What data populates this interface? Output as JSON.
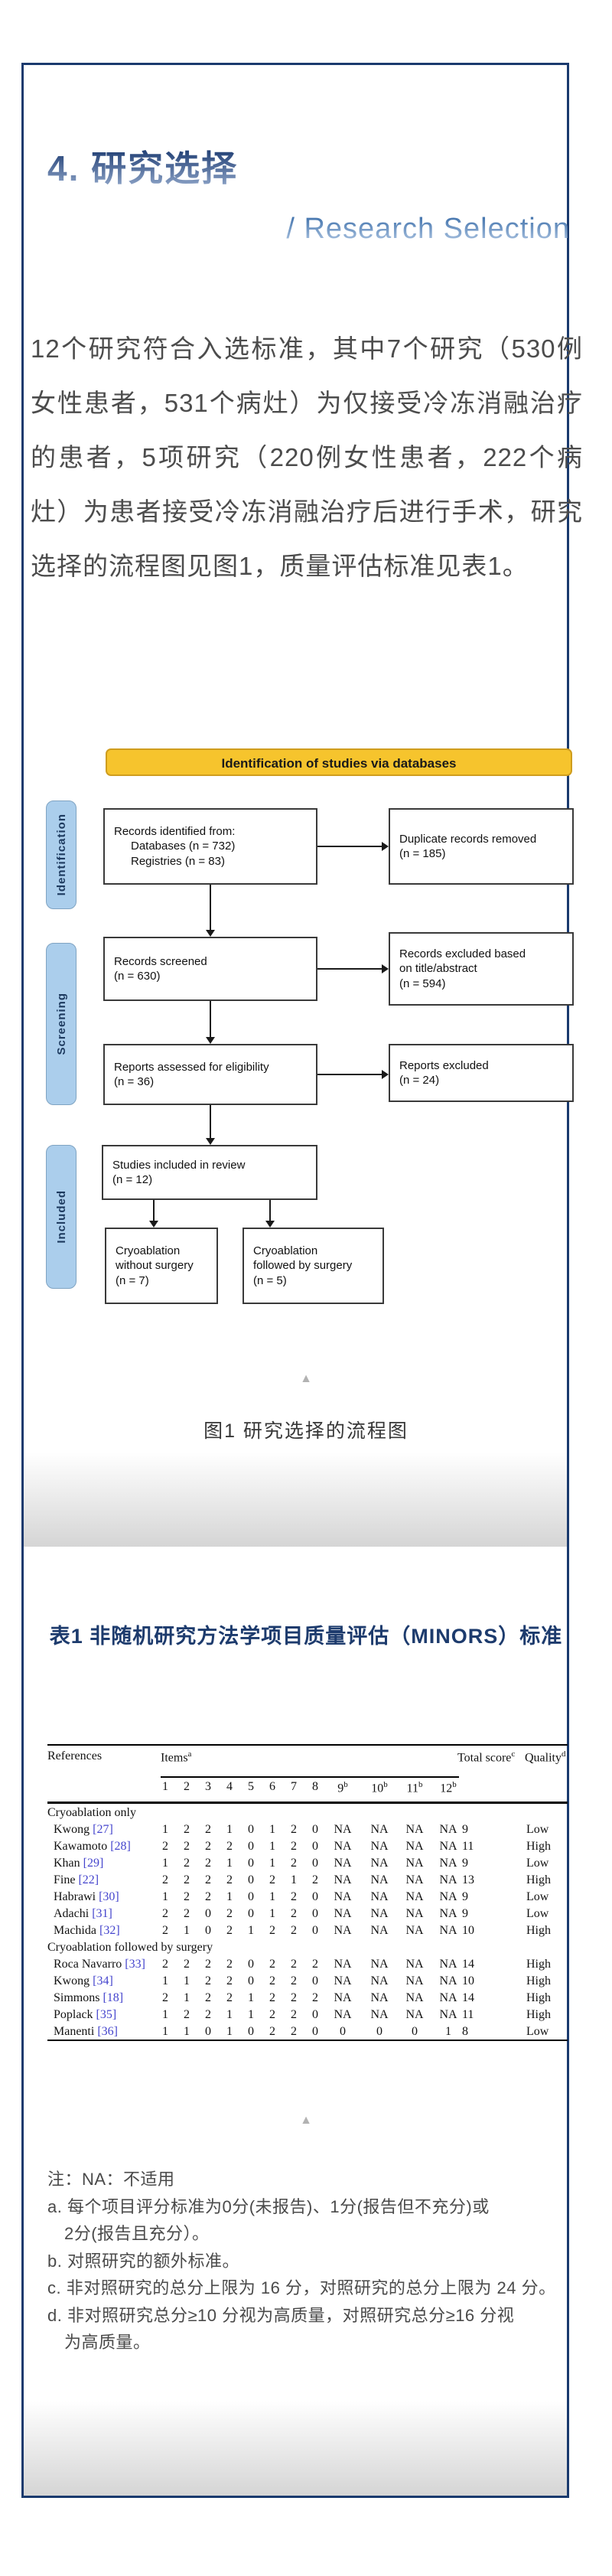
{
  "header": {
    "section_title": "4. 研究选择",
    "section_subtitle": "/ Research Selection"
  },
  "intro": {
    "lines": [
      "12个研究符合入选标准，其中7个研究（530例",
      "女性患者，531个病灶）为仅接受冷冻消融治疗",
      "的患者，5项研究（220例女性患者，222个病",
      "灶）为患者接受冷冻消融治疗后进行手术，研究",
      "选择的流程图见图1，质量评估标准见表1。"
    ]
  },
  "flowchart": {
    "banner": "Identification of studies via databases",
    "stages": [
      "Identification",
      "Screening",
      "Included"
    ],
    "boxes": {
      "records_identified": {
        "lines": [
          "Records identified from:",
          "Databases (n = 732)",
          "Registries (n = 83)"
        ]
      },
      "duplicates_removed": {
        "lines": [
          "Duplicate records removed",
          "(n = 185)"
        ]
      },
      "records_screened": {
        "lines": [
          "Records screened",
          "(n = 630)"
        ]
      },
      "records_excluded": {
        "lines": [
          "Records excluded based",
          "on title/abstract",
          "(n = 594)"
        ]
      },
      "reports_assessed": {
        "lines": [
          "Reports assessed for eligibility",
          "(n = 36)"
        ]
      },
      "reports_excluded": {
        "lines": [
          "Reports excluded",
          "(n = 24)"
        ]
      },
      "studies_included": {
        "lines": [
          "Studies included in review",
          "(n = 12)"
        ]
      },
      "cryo_without_surgery": {
        "lines": [
          "Cryoablation",
          "without surgery",
          "(n = 7)"
        ]
      },
      "cryo_followed_surgery": {
        "lines": [
          "Cryoablation",
          "followed by surgery",
          "(n = 5)"
        ]
      }
    }
  },
  "figure1": {
    "collapse_icon": "▲",
    "caption": "图1 研究选择的流程图"
  },
  "table1": {
    "title": "表1 非随机研究方法学项目质量评估（MINORS）标准",
    "col_references": "References",
    "col_items": "Items",
    "col_items_sup": "a",
    "col_total": "Total score",
    "col_total_sup": "c",
    "col_quality": "Quality",
    "col_quality_sup": "d",
    "item_numbers": [
      {
        "n": "1",
        "sup": ""
      },
      {
        "n": "2",
        "sup": ""
      },
      {
        "n": "3",
        "sup": ""
      },
      {
        "n": "4",
        "sup": ""
      },
      {
        "n": "5",
        "sup": ""
      },
      {
        "n": "6",
        "sup": ""
      },
      {
        "n": "7",
        "sup": ""
      },
      {
        "n": "8",
        "sup": ""
      },
      {
        "n": "9",
        "sup": "b"
      },
      {
        "n": "10",
        "sup": "b"
      },
      {
        "n": "11",
        "sup": "b"
      },
      {
        "n": "12",
        "sup": "b"
      }
    ],
    "groups": [
      {
        "label": "Cryoablation only",
        "rows": [
          {
            "name": "Kwong",
            "ref": "[27]",
            "scores": [
              "1",
              "2",
              "2",
              "1",
              "0",
              "1",
              "2",
              "0",
              "NA",
              "NA",
              "NA",
              "NA"
            ],
            "total": "9",
            "quality": "Low"
          },
          {
            "name": "Kawamoto",
            "ref": "[28]",
            "scores": [
              "2",
              "2",
              "2",
              "2",
              "0",
              "1",
              "2",
              "0",
              "NA",
              "NA",
              "NA",
              "NA"
            ],
            "total": "11",
            "quality": "High"
          },
          {
            "name": "Khan",
            "ref": "[29]",
            "scores": [
              "1",
              "2",
              "2",
              "1",
              "0",
              "1",
              "2",
              "0",
              "NA",
              "NA",
              "NA",
              "NA"
            ],
            "total": "9",
            "quality": "Low"
          },
          {
            "name": "Fine",
            "ref": "[22]",
            "scores": [
              "2",
              "2",
              "2",
              "2",
              "0",
              "2",
              "1",
              "2",
              "NA",
              "NA",
              "NA",
              "NA"
            ],
            "total": "13",
            "quality": "High"
          },
          {
            "name": "Habrawi",
            "ref": "[30]",
            "scores": [
              "1",
              "2",
              "2",
              "1",
              "0",
              "1",
              "2",
              "0",
              "NA",
              "NA",
              "NA",
              "NA"
            ],
            "total": "9",
            "quality": "Low"
          },
          {
            "name": "Adachi",
            "ref": "[31]",
            "scores": [
              "2",
              "2",
              "0",
              "2",
              "0",
              "1",
              "2",
              "0",
              "NA",
              "NA",
              "NA",
              "NA"
            ],
            "total": "9",
            "quality": "Low"
          },
          {
            "name": "Machida",
            "ref": "[32]",
            "scores": [
              "2",
              "1",
              "0",
              "2",
              "1",
              "2",
              "2",
              "0",
              "NA",
              "NA",
              "NA",
              "NA"
            ],
            "total": "10",
            "quality": "High"
          }
        ]
      },
      {
        "label": "Cryoablation followed by surgery",
        "rows": [
          {
            "name": "Roca Navarro",
            "ref": "[33]",
            "scores": [
              "2",
              "2",
              "2",
              "2",
              "0",
              "2",
              "2",
              "2",
              "NA",
              "NA",
              "NA",
              "NA"
            ],
            "total": "14",
            "quality": "High"
          },
          {
            "name": "Kwong",
            "ref": "[34]",
            "scores": [
              "1",
              "1",
              "2",
              "2",
              "0",
              "2",
              "2",
              "0",
              "NA",
              "NA",
              "NA",
              "NA"
            ],
            "total": "10",
            "quality": "High"
          },
          {
            "name": "Simmons",
            "ref": "[18]",
            "scores": [
              "2",
              "1",
              "2",
              "2",
              "1",
              "2",
              "2",
              "2",
              "NA",
              "NA",
              "NA",
              "NA"
            ],
            "total": "14",
            "quality": "High"
          },
          {
            "name": "Poplack",
            "ref": "[35]",
            "scores": [
              "1",
              "2",
              "2",
              "1",
              "1",
              "2",
              "2",
              "0",
              "NA",
              "NA",
              "NA",
              "NA"
            ],
            "total": "11",
            "quality": "High"
          },
          {
            "name": "Manenti",
            "ref": "[36]",
            "scores": [
              "1",
              "1",
              "0",
              "1",
              "0",
              "2",
              "2",
              "0",
              "0",
              "0",
              "0",
              "1"
            ],
            "total": "8",
            "quality": "Low"
          }
        ]
      }
    ]
  },
  "notes": {
    "collapse_icon": "▲",
    "lines": [
      {
        "text": "注：NA：不适用",
        "indent": false
      },
      {
        "text": "a. 每个项目评分标准为0分(未报告)、1分(报告但不充分)或",
        "indent": false
      },
      {
        "text": "2分(报告且充分）。",
        "indent": true
      },
      {
        "text": "b. 对照研究的额外标准。",
        "indent": false
      },
      {
        "text": "c. 非对照研究的总分上限为 16 分，对照研究的总分上限为 24 分。",
        "indent": false
      },
      {
        "text": "d. 非对照研究总分≥10 分视为高质量，对照研究总分≥16 分视",
        "indent": false
      },
      {
        "text": "为高质量。",
        "indent": true
      }
    ]
  }
}
